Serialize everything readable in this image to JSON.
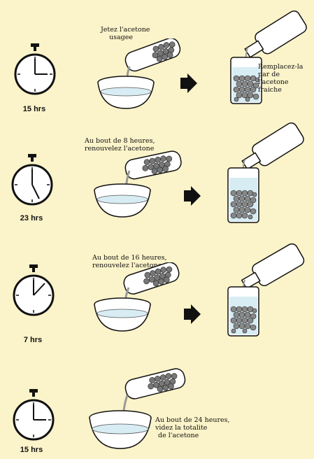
{
  "steps": [
    {
      "time": "15 hrs",
      "minute_hand": 15,
      "caption_pour": [
        "Jetez l'acetone",
        "usagee"
      ],
      "caption_refill": [
        "Remplacez-la",
        "par de",
        "l'acetone",
        "fraiche"
      ]
    },
    {
      "time": "23 hrs",
      "minute_hand": 23,
      "caption_pour": [
        "Au bout de 8 heures,",
        "renouvelez l'acetone"
      ]
    },
    {
      "time": "7 hrs",
      "minute_hand": 7,
      "caption_pour": [
        "Au bout de 16  heures,",
        "renouvelez l'acetone"
      ]
    },
    {
      "time": "15 hrs",
      "minute_hand": 15,
      "caption_final": [
        "Au bout de 24 heures,",
        "videz la totalite",
        "de l'acetone"
      ]
    }
  ],
  "colors": {
    "background": "#fbf3c9",
    "ink": "#111111",
    "liquid": "#d8ecf4"
  }
}
